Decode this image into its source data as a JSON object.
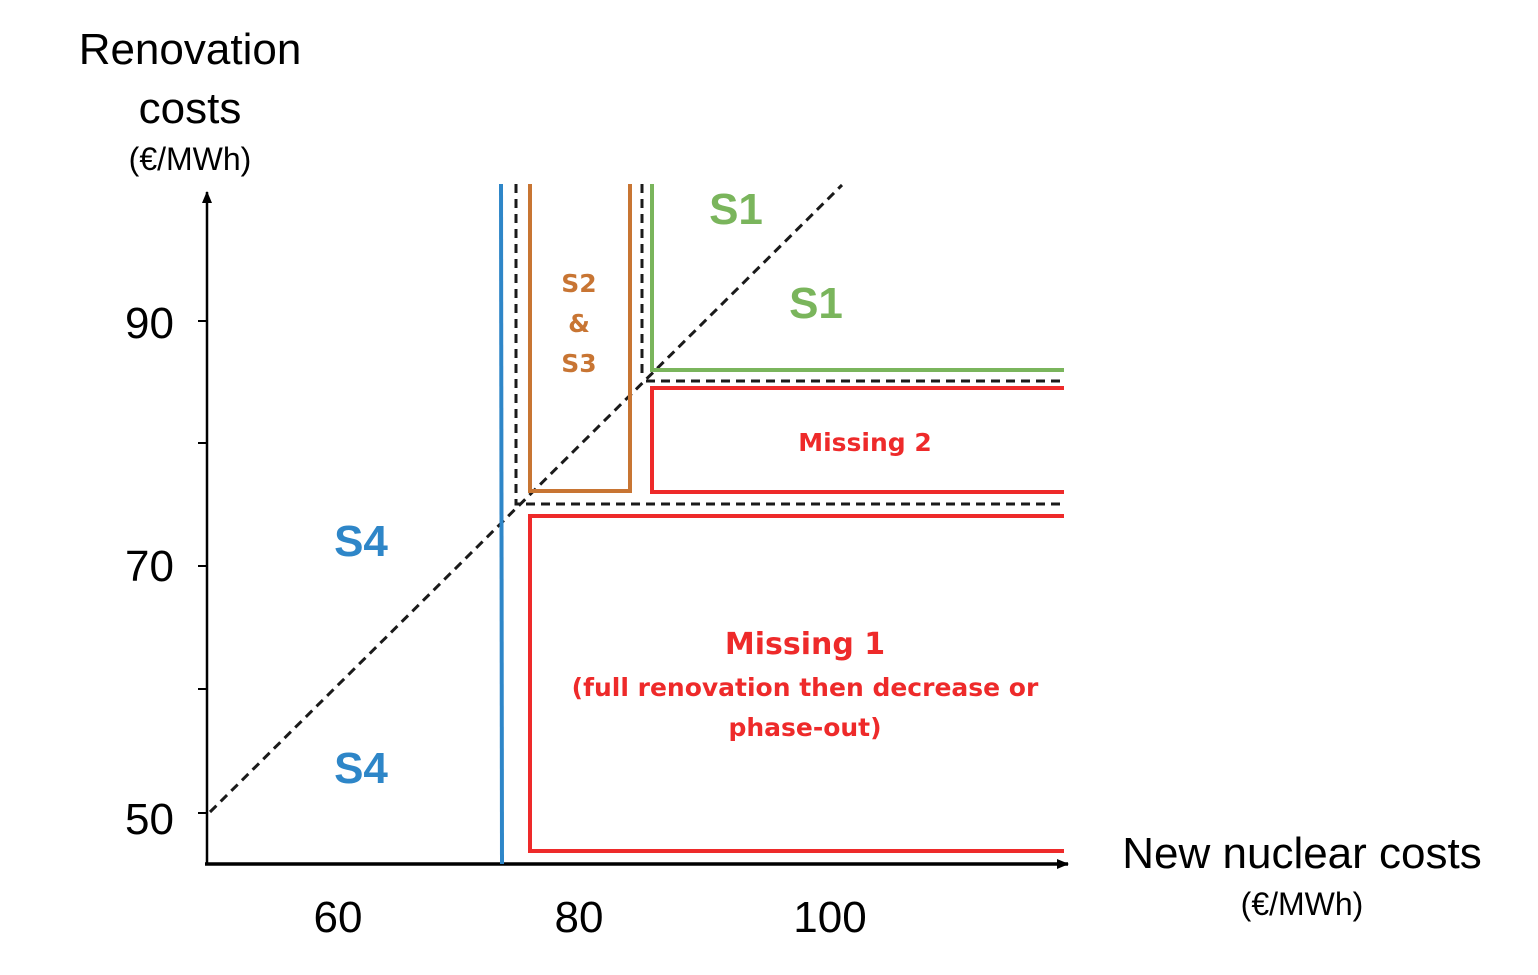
{
  "axes": {
    "y_title_line1": "Renovation",
    "y_title_line2": "costs",
    "y_unit": "(€/MWh)",
    "x_title": "New nuclear costs",
    "x_unit": "(€/MWh)",
    "y_ticks": [
      "90",
      "70",
      "50"
    ],
    "x_ticks": [
      "60",
      "80",
      "100"
    ]
  },
  "labels": {
    "s1_top": "S1",
    "s1_mid": "S1",
    "s2_line1": "S2",
    "s2_line2": "&",
    "s2_line3": "S3",
    "s4_upper": "S4",
    "s4_lower": "S4",
    "missing2": "Missing 2",
    "missing1_title": "Missing 1",
    "missing1_line1": "(full renovation then decrease or",
    "missing1_line2": "phase-out)"
  },
  "colors": {
    "s1": "#7ab55c",
    "s2s3": "#c87533",
    "s4": "#2e86c8",
    "missing": "#ee2a2a",
    "dashed": "#1a1a1a",
    "axis": "#000000"
  }
}
